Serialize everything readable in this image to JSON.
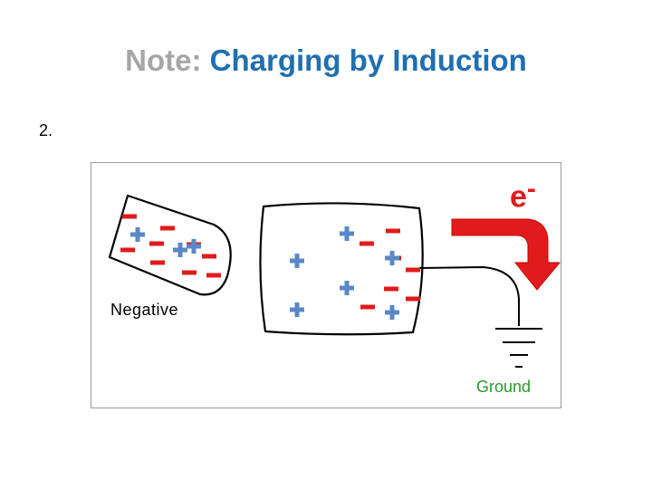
{
  "title": {
    "prefix": "Note:",
    "main": "Charging by Induction"
  },
  "step_number": "2.",
  "diagram": {
    "rod_label": "Negative",
    "ground_label": "Ground",
    "electron_symbol": "e",
    "electron_sign": "-",
    "colors": {
      "negative_charge": "#e01b1b",
      "positive_charge": "#5b87c8",
      "ground_label": "#2a9a2a",
      "arrow": "#e11b1b",
      "title_prefix": "#a6a6a6",
      "title_main": "#1f6fb2"
    }
  }
}
